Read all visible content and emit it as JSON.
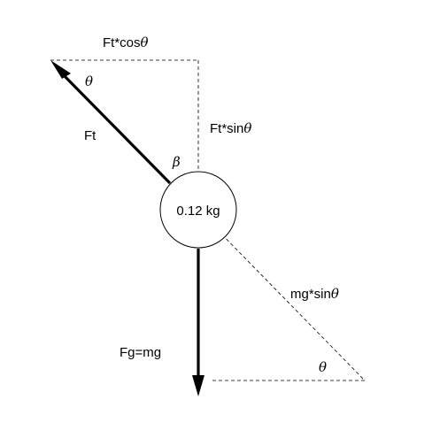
{
  "mass_label": "0.12 kg",
  "labels": {
    "ft_cos_prefix": "Ft*cos",
    "ft_sin_prefix": "Ft*sin",
    "mg_sin_prefix": "mg*sin",
    "ft": "Ft",
    "fg": "Fg=mg"
  },
  "symbols": {
    "theta": "θ",
    "beta": "β"
  }
}
